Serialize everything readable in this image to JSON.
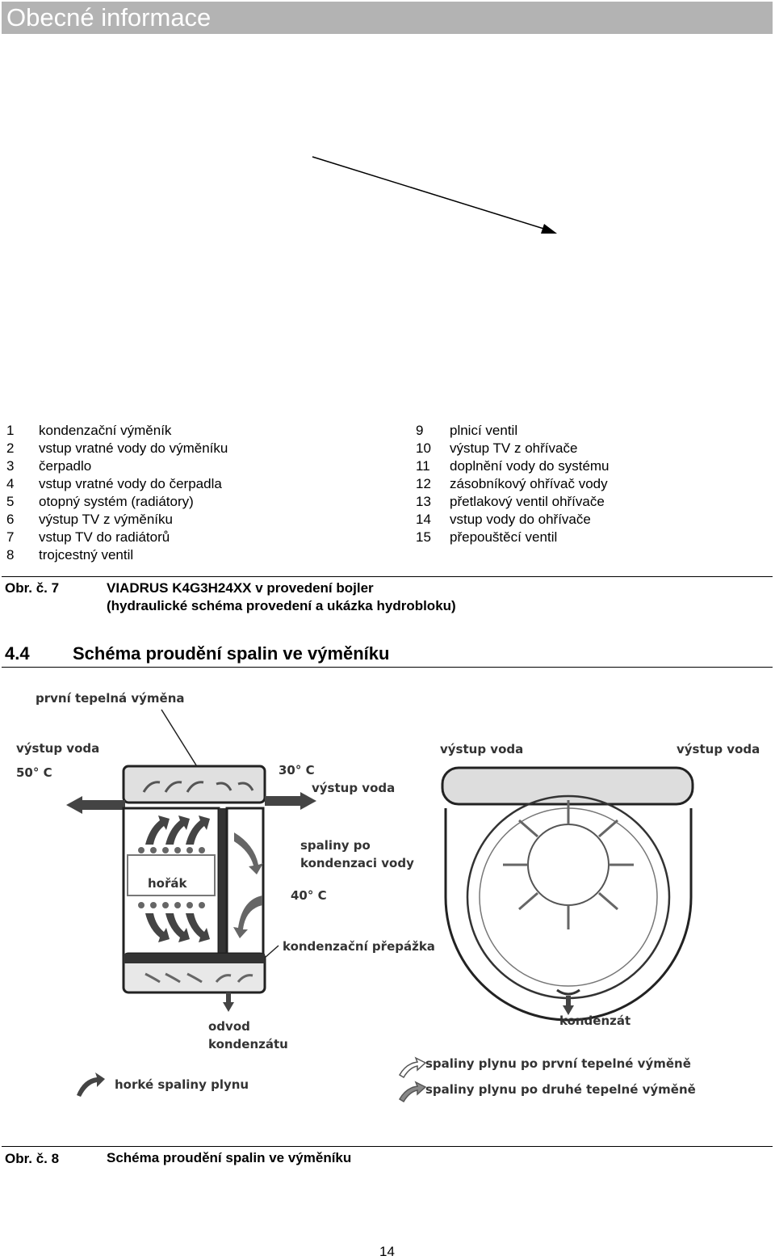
{
  "header": {
    "title": "Obecné informace"
  },
  "legend": {
    "left": [
      {
        "num": "1",
        "text": "kondenzační výměník"
      },
      {
        "num": "2",
        "text": "vstup vratné vody do výměníku"
      },
      {
        "num": "3",
        "text": "čerpadlo"
      },
      {
        "num": "4",
        "text": "vstup vratné vody do čerpadla"
      },
      {
        "num": "5",
        "text": "otopný systém (radiátory)"
      },
      {
        "num": "6",
        "text": "výstup TV z výměníku"
      },
      {
        "num": "7",
        "text": "vstup TV do radiátorů"
      },
      {
        "num": "8",
        "text": "trojcestný ventil"
      }
    ],
    "right": [
      {
        "num": "9",
        "text": "plnicí ventil"
      },
      {
        "num": "10",
        "text": "výstup TV z ohřívače"
      },
      {
        "num": "11",
        "text": "doplnění vody do systému"
      },
      {
        "num": "12",
        "text": "zásobníkový ohřívač vody"
      },
      {
        "num": "13",
        "text": "přetlakový ventil ohřívače"
      },
      {
        "num": "14",
        "text": "vstup vody do ohřívače"
      },
      {
        "num": "15",
        "text": "přepouštěcí ventil"
      }
    ]
  },
  "figure7": {
    "label": "Obr. č. 7",
    "caption_line1": "VIADRUS K4G3H24XX v provedení bojler",
    "caption_line2": "(hydraulické schéma provedení a ukázka hydrobloku)"
  },
  "section": {
    "number": "4.4",
    "title": "Schéma proudění spalin ve výměníku"
  },
  "diagram": {
    "first_exchange": "první tepelná výměna",
    "outlet_water_left": "výstup voda",
    "temp_50": "50° C",
    "temp_30": "30° C",
    "outlet_water_mid": "výstup voda",
    "flue_after_line1": "spaliny po",
    "flue_after_line2": "kondenzaci vody",
    "temp_40": "40° C",
    "burner": "hořák",
    "partition": "kondenzační přepážka",
    "drain_line1": "odvod",
    "drain_line2": "kondenzátu",
    "hot_flue": "horké spaliny plynu",
    "outlet_water_r1": "výstup voda",
    "outlet_water_r2": "výstup voda",
    "condensate": "kondenzát",
    "flue_first": "spaliny plynu po první tepelné výměně",
    "flue_second": "spaliny plynu po druhé tepelné výměně"
  },
  "figure8": {
    "label": "Obr. č. 8",
    "caption": "Schéma proudění spalin ve výměníku"
  },
  "page_number": "14"
}
